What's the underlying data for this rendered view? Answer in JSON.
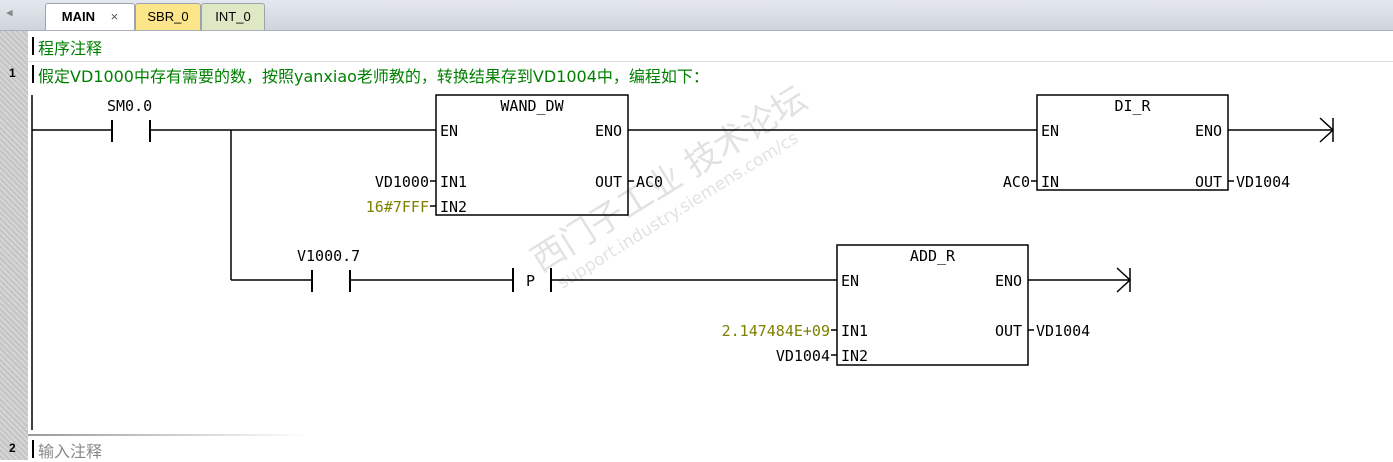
{
  "tabs": [
    {
      "label": "MAIN",
      "active": true,
      "color": "#ffffff"
    },
    {
      "label": "SBR_0",
      "color": "#fde58a"
    },
    {
      "label": "INT_0",
      "color": "#dfe8c4"
    }
  ],
  "tab_close": "×",
  "program_comment": "程序注释",
  "networks": [
    {
      "number": "1",
      "comment": "假定VD1000中存有需要的数，按照yanxiao老师教的，转换结果存到VD1004中，编程如下：",
      "contacts": [
        {
          "address": "SM0.0"
        },
        {
          "address": "V1000.7"
        },
        {
          "label": "P"
        }
      ],
      "boxes": [
        {
          "title": "WAND_DW",
          "en": "EN",
          "eno": "ENO",
          "in1": "IN1",
          "in2": "IN2",
          "out": "OUT",
          "in1_val": "VD1000",
          "in2_val": "16#7FFF",
          "out_val": "AC0"
        },
        {
          "title": "DI_R",
          "en": "EN",
          "eno": "ENO",
          "in": "IN",
          "out": "OUT",
          "in_val": "AC0",
          "out_val": "VD1004"
        },
        {
          "title": "ADD_R",
          "en": "EN",
          "eno": "ENO",
          "in1": "IN1",
          "in2": "IN2",
          "out": "OUT",
          "in1_val": "2.147484E+09",
          "in2_val": "VD1004",
          "out_val": "VD1004"
        }
      ]
    },
    {
      "number": "2",
      "comment": "输入注释"
    }
  ],
  "watermark": {
    "line1": "西门子工业 技术论坛",
    "line2": "support.industry.siemens.com/cs"
  },
  "colors": {
    "comment": "#008000",
    "constant": "#7f7f00"
  }
}
